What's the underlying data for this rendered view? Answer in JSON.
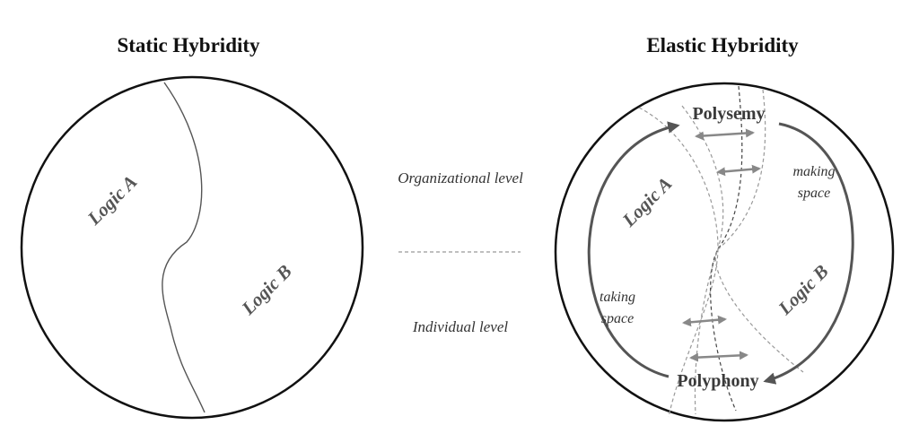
{
  "static": {
    "title": "Static Hybridity",
    "logic_a": "Logic A",
    "logic_b": "Logic B"
  },
  "elastic": {
    "title": "Elastic Hybridity",
    "logic_a": "Logic A",
    "logic_b": "Logic B",
    "polysemy": "Polysemy",
    "polyphony": "Polyphony",
    "making_space": [
      "making",
      "space"
    ],
    "taking_space": [
      "taking",
      "space"
    ]
  },
  "levels": {
    "organizational": "Organizational level",
    "individual": "Individual level"
  },
  "colors": {
    "outline": "#111111",
    "text": "#333333",
    "logic_text": "#555555",
    "cycle_arrow": "#555555",
    "dashed_line": "#999999",
    "double_arrow": "#888888"
  }
}
